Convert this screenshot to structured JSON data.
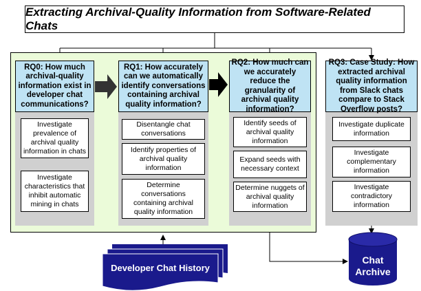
{
  "title": "Extracting Archival-Quality Information from Software-Related Chats",
  "columns": [
    {
      "question": "RQ0: How much archival-quality information exist in developer chat communications?",
      "tasks": [
        "Investigate prevalence of archival quality information in chats",
        "Investigate characteristics that inhibit automatic mining in chats"
      ]
    },
    {
      "question": "RQ1: How accurately can we automatically identify conversations containing archival quality information?",
      "tasks": [
        "Disentangle chat conversations",
        "Identify properties of archival quality information",
        "Determine conversations containing archival quality information"
      ]
    },
    {
      "question": "RQ2: How much can we accurately reduce the granularity of archival quality information?",
      "tasks": [
        "Identify seeds of archival quality information",
        "Expand seeds with necessary context",
        "Determine nuggets of archival quality information"
      ]
    },
    {
      "question": "RQ3: Case Study: How extracted archival quality information from Slack chats compare to Stack Overflow posts?",
      "tasks": [
        "Investigate duplicate information",
        "Investigate complementary information",
        "Investigate contradictory information"
      ]
    }
  ],
  "source": "Developer Chat History",
  "sink": "Chat Archive",
  "colors": {
    "green_panel": "#ebfbd9",
    "question_box": "#bfe3f4",
    "column_bg": "#d0d0d0",
    "navy": "#1a1a8c"
  }
}
